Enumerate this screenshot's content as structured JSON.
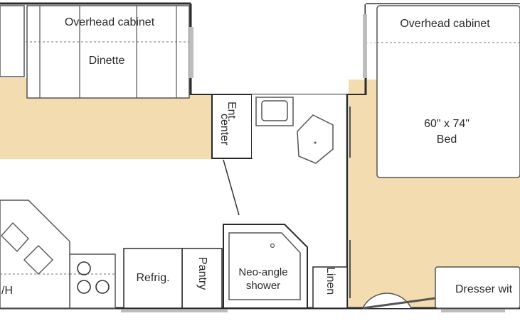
{
  "labels": {
    "overhead_cabinet_left": "Overhead cabinet",
    "dinette": "Dinette",
    "ent_center_1": "Ent.",
    "ent_center_2": "center",
    "overhead_cabinet_right": "Overhead cabinet",
    "bed_size": "60\" x 74\"",
    "bed": "Bed",
    "refrig": "Refrig.",
    "pantry": "Pantry",
    "shower_1": "Neo-angle",
    "shower_2": "shower",
    "linen": "Linen",
    "dresser": "Dresser wit",
    "wh": "/H"
  },
  "colors": {
    "floor": "#f2dcb0",
    "wall": "#2b2b2b",
    "line": "#555555",
    "fixture_fill": "#ffffff",
    "window": "#bdbdbd"
  }
}
